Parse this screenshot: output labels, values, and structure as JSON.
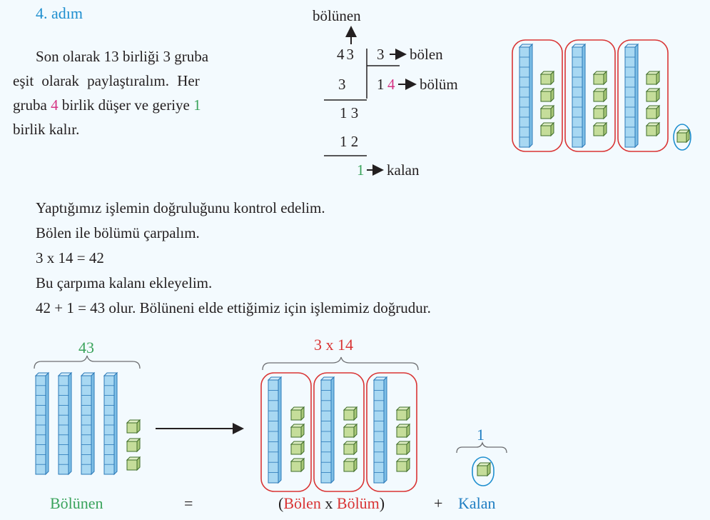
{
  "step_title": "4. adım",
  "paragraph": {
    "line1": "Son olarak 13 birliği 3 gruba",
    "line2": "eşit olarak paylaştıralım. Her",
    "line3_a": "gruba ",
    "line3_num": "4",
    "line3_b": " birlik düşer ve geriye ",
    "line3_rem": "1",
    "line4": "birlik kalır."
  },
  "division": {
    "dividend_label": "bölünen",
    "dividend": "43",
    "divisor": "3",
    "divisor_label": "bölen",
    "quotient_tens": "1",
    "quotient_ones": "4",
    "quotient_label": "bölüm",
    "sub1": "3",
    "step2": "1 3",
    "sub2": "1 2",
    "remainder": "1",
    "remainder_label": "kalan"
  },
  "check": {
    "line1": "Yaptığımız işlemin doğruluğunu kontrol edelim.",
    "line2": "Bölen ile bölümü çarpalım.",
    "line3": "3 x 14 = 42",
    "line4": "Bu çarpıma kalanı ekleyelim.",
    "line5": "42 + 1 = 43 olur. Bölüneni elde ettiğimiz için işlemimiz doğrudur."
  },
  "bottom": {
    "label_43": "43",
    "label_3x14": "3 x 14",
    "label_1": "1",
    "eq_bolunen": "Bölünen",
    "eq_equals": "=",
    "eq_open": "(",
    "eq_bolen": "Bölen",
    "eq_x": " x ",
    "eq_bolum": "Bölüm",
    "eq_close": ")",
    "eq_plus": "+",
    "eq_kalan": "Kalan"
  },
  "colors": {
    "accent_blue": "#1f8fcf",
    "pink": "#d63384",
    "green": "#3aa35b",
    "red": "#d93434",
    "ten_rod": "#a8d8f2",
    "unit_cube": "#c5dd9a"
  }
}
